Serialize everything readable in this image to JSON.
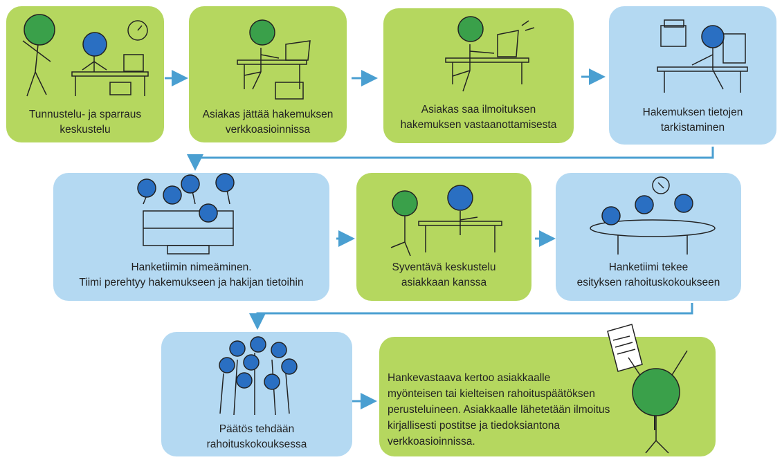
{
  "steps": [
    {
      "id": 1,
      "label": "Tunnustelu- ja sparraus\nkeskustelu",
      "color": "green"
    },
    {
      "id": 2,
      "label": "Asiakas jättää hakemuksen\nverkkoasioinnissa",
      "color": "green"
    },
    {
      "id": 3,
      "label": "Asiakas saa ilmoituksen\nhakemuksen vastaanottamisesta",
      "color": "green"
    },
    {
      "id": 4,
      "label": "Hakemuksen tietojen\ntarkistaminen",
      "color": "blue"
    },
    {
      "id": 5,
      "label": "Hanketiimin nimeäminen.\nTiimi perehtyy hakemukseen ja hakijan tietoihin",
      "color": "blue"
    },
    {
      "id": 6,
      "label": "Syventävä keskustelu\nasiakkaan kanssa",
      "color": "green"
    },
    {
      "id": 7,
      "label": "Hanketiimi tekee\nesityksen rahoituskokoukseen",
      "color": "blue"
    },
    {
      "id": 8,
      "label": "Päätös tehdään\nrahoituskokouksessa",
      "color": "blue"
    },
    {
      "id": 9,
      "label": "Hankevastaava kertoo asiakkaalle\nmyönteisen tai kielteisen rahoituspäätöksen\nperusteluineen. Asiakkaalle lähetetään ilmoitus\nkirjallisesti postitse ja tiedoksiantona\nverkkoasioinnissa.",
      "color": "green"
    }
  ],
  "colors": {
    "green": "#b5d75f",
    "blue": "#b4d9f2",
    "arrow": "#4a9fd1",
    "person_green": "#3aa04a",
    "person_blue": "#2a6fc2"
  }
}
